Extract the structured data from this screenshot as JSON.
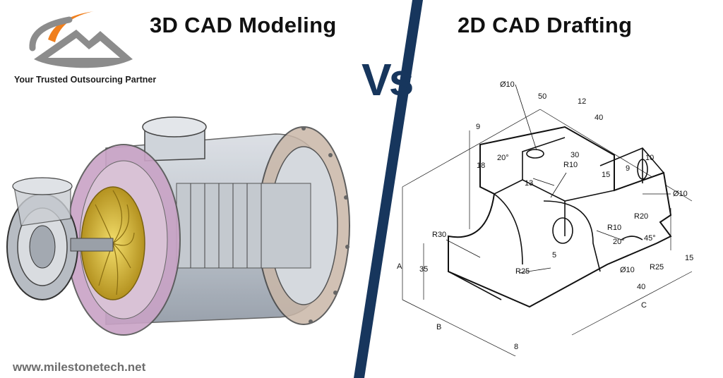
{
  "header": {
    "left_title": "3D CAD Modeling",
    "right_title": "2D CAD Drafting",
    "vs_label": "Vs"
  },
  "brand": {
    "tagline": "Your Trusted Outsourcing Partner",
    "website": "www.milestonetech.net",
    "logo_icon": "mountain-logo-icon",
    "colors": {
      "orange": "#f07f1d",
      "gray": "#8c8c8c",
      "navy": "#17365d"
    }
  },
  "left_panel": {
    "subject": "turbomachine-3d-render"
  },
  "drawing": {
    "dimensions": [
      "Ø10",
      "50",
      "12",
      "40",
      "9",
      "20°",
      "30",
      "R10",
      "18",
      "15",
      "9",
      "10",
      "13",
      "Ø10",
      "R20",
      "R30",
      "R10",
      "45°",
      "20°",
      "A",
      "35",
      "5",
      "R25",
      "Ø10",
      "R25",
      "15",
      "40",
      "C",
      "B",
      "8"
    ]
  }
}
